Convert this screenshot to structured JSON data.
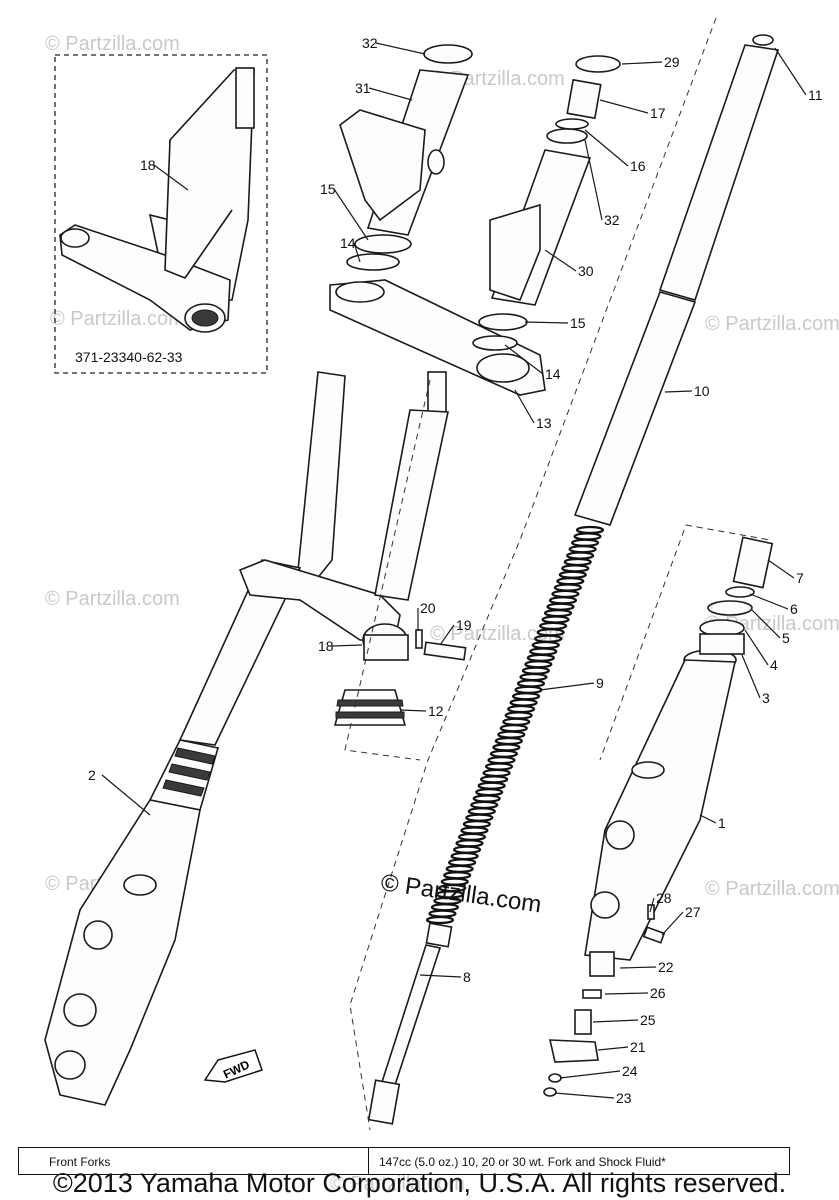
{
  "diagram": {
    "inset_code": "371-23340-62-33",
    "center_watermark": "© Partzilla.com",
    "background_watermark": "© Partzilla.com",
    "fwd_label": "FWD",
    "callouts": [
      {
        "id": "1",
        "label": "1"
      },
      {
        "id": "2",
        "label": "2"
      },
      {
        "id": "3",
        "label": "3"
      },
      {
        "id": "4",
        "label": "4"
      },
      {
        "id": "5",
        "label": "5"
      },
      {
        "id": "6",
        "label": "6"
      },
      {
        "id": "7",
        "label": "7"
      },
      {
        "id": "8",
        "label": "8"
      },
      {
        "id": "9",
        "label": "9"
      },
      {
        "id": "10",
        "label": "10"
      },
      {
        "id": "11",
        "label": "11"
      },
      {
        "id": "12",
        "label": "12"
      },
      {
        "id": "13",
        "label": "13"
      },
      {
        "id": "14a",
        "label": "14"
      },
      {
        "id": "14b",
        "label": "14"
      },
      {
        "id": "15a",
        "label": "15"
      },
      {
        "id": "15b",
        "label": "15"
      },
      {
        "id": "16",
        "label": "16"
      },
      {
        "id": "17",
        "label": "17"
      },
      {
        "id": "18a",
        "label": "18"
      },
      {
        "id": "18b",
        "label": "18"
      },
      {
        "id": "19",
        "label": "19"
      },
      {
        "id": "20",
        "label": "20"
      },
      {
        "id": "21",
        "label": "21"
      },
      {
        "id": "22",
        "label": "22"
      },
      {
        "id": "23",
        "label": "23"
      },
      {
        "id": "24",
        "label": "24"
      },
      {
        "id": "25",
        "label": "25"
      },
      {
        "id": "26",
        "label": "26"
      },
      {
        "id": "27",
        "label": "27"
      },
      {
        "id": "28",
        "label": "28"
      },
      {
        "id": "29",
        "label": "29"
      },
      {
        "id": "30",
        "label": "30"
      },
      {
        "id": "31",
        "label": "31"
      },
      {
        "id": "32a",
        "label": "32"
      },
      {
        "id": "32b",
        "label": "32"
      }
    ]
  },
  "spec_table": {
    "name": "Front Forks",
    "spec": "147cc (5.0 oz.) 10, 20 or 30 wt. Fork and Shock Fluid*"
  },
  "copyright": "©2013 Yamaha Motor Corporation, U.S.A. All rights reserved."
}
